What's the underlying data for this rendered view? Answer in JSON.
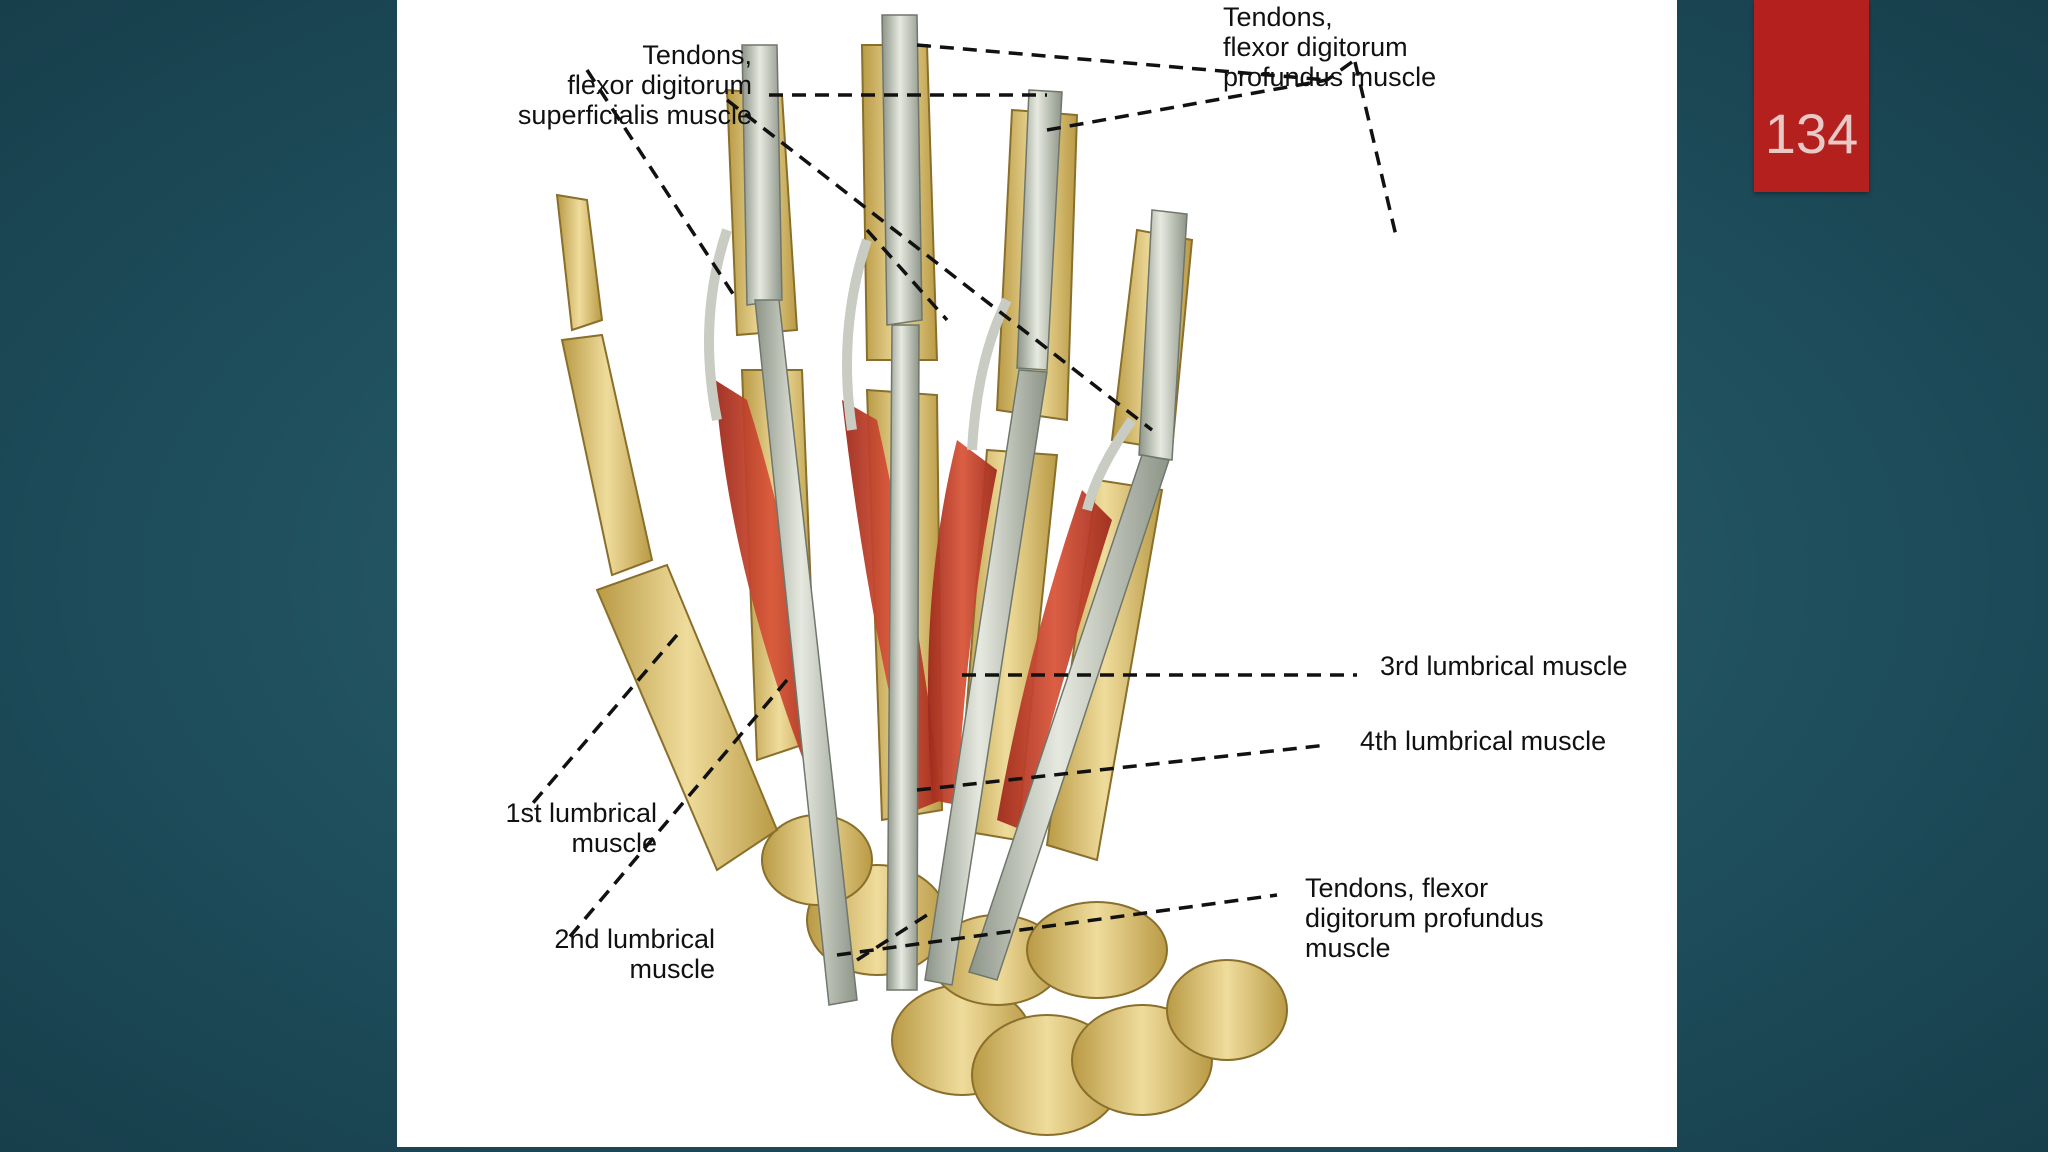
{
  "slide": {
    "number": "134",
    "accent_color": "#b3201e",
    "background_color": "#1f4f5d"
  },
  "figure": {
    "labels": {
      "fds_tendons": [
        "Tendons,",
        "flexor digitorum",
        "superficialis muscle"
      ],
      "fdp_tendons_top": [
        "Tendons,",
        "flexor digitorum",
        "profundus muscle"
      ],
      "lumbrical_3": [
        "3rd lumbrical muscle"
      ],
      "lumbrical_4": [
        "4th lumbrical muscle"
      ],
      "lumbrical_1": [
        "1st lumbrical",
        "muscle"
      ],
      "lumbrical_2": [
        "2nd lumbrical",
        "muscle"
      ],
      "fdp_tendons_bottom": [
        "Tendons, flexor",
        "digitorum profundus",
        "muscle"
      ]
    }
  }
}
